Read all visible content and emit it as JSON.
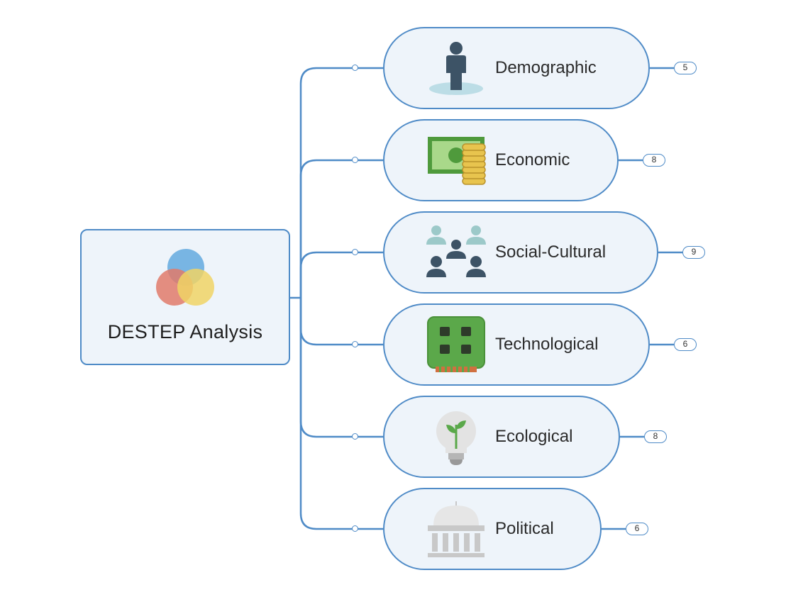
{
  "root": {
    "title": "DESTEP Analysis",
    "icon": "venn-diagram-icon"
  },
  "topics": [
    {
      "label": "Demographic",
      "count": "5",
      "icon": "person-icon"
    },
    {
      "label": "Economic",
      "count": "8",
      "icon": "money-coins-icon"
    },
    {
      "label": "Social-Cultural",
      "count": "9",
      "icon": "group-people-icon"
    },
    {
      "label": "Technological",
      "count": "6",
      "icon": "circuit-chip-icon"
    },
    {
      "label": "Ecological",
      "count": "8",
      "icon": "plant-bulb-icon"
    },
    {
      "label": "Political",
      "count": "6",
      "icon": "government-building-icon"
    }
  ],
  "colors": {
    "connector": "#4f8bc7",
    "node_fill": "#eef4fa",
    "venn_blue": "#6aaee0",
    "venn_red": "#e07a6a",
    "venn_yellow": "#f0d365"
  }
}
